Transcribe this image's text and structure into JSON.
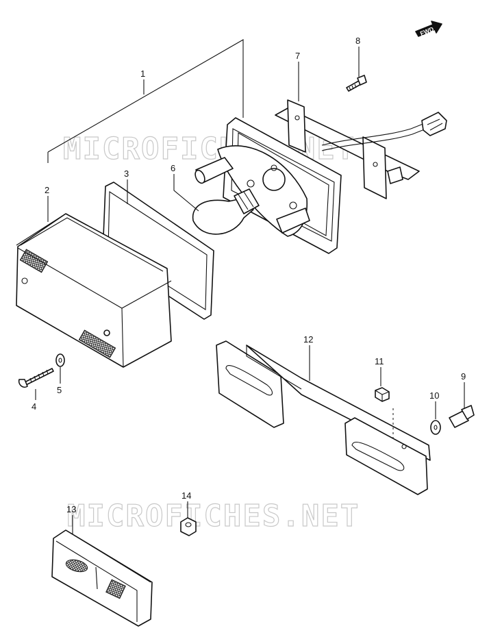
{
  "watermarks": [
    "MICROFICHES.NET",
    "MICROFICHES.NET"
  ],
  "fwd_label": "FWD",
  "callouts": {
    "c1": "1",
    "c2": "2",
    "c3": "3",
    "c4": "4",
    "c5": "5",
    "c6": "6",
    "c7": "7",
    "c8": "8",
    "c9": "9",
    "c10": "10",
    "c11": "11",
    "c12": "12",
    "c13": "13",
    "c14": "14"
  },
  "icons": {
    "fwd": "fwd-arrow-icon",
    "bulb": "bulb-icon",
    "screw": "screw-icon",
    "nut": "nut-icon",
    "washer": "washer-icon"
  }
}
